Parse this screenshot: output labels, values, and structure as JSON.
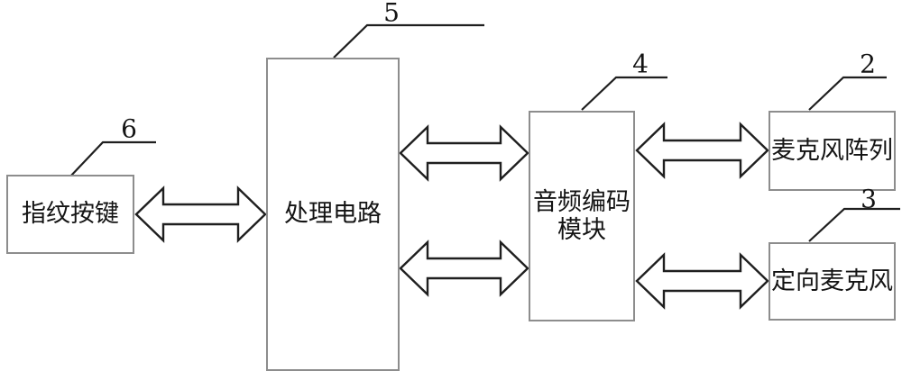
{
  "figure": {
    "type": "block-diagram",
    "description_visible_text_only": true,
    "colors": {
      "background": "#ffffff",
      "box_border": "#8d8d8d",
      "connector_line": "#1f1f1f",
      "text": "#141414"
    },
    "boxes": {
      "fingerprint_button": {
        "label": "指纹按键",
        "ref_number": "6"
      },
      "processing_circuit": {
        "label": "处理电路",
        "ref_number": "5"
      },
      "audio_encoding_module": {
        "line1": "音频编码",
        "line2": "模块",
        "ref_number": "4"
      },
      "microphone_array": {
        "label": "麦克风阵列",
        "ref_number": "2"
      },
      "directional_microphone": {
        "label": "定向麦克风",
        "ref_number": "3"
      }
    },
    "connections": [
      {
        "from": "fingerprint_button",
        "to": "processing_circuit",
        "type": "double-arrow"
      },
      {
        "from": "processing_circuit",
        "to": "audio_encoding_module",
        "type": "double-arrow",
        "position": "upper"
      },
      {
        "from": "processing_circuit",
        "to": "audio_encoding_module",
        "type": "double-arrow",
        "position": "lower"
      },
      {
        "from": "audio_encoding_module",
        "to": "microphone_array",
        "type": "double-arrow"
      },
      {
        "from": "audio_encoding_module",
        "to": "directional_microphone",
        "type": "double-arrow"
      }
    ]
  }
}
